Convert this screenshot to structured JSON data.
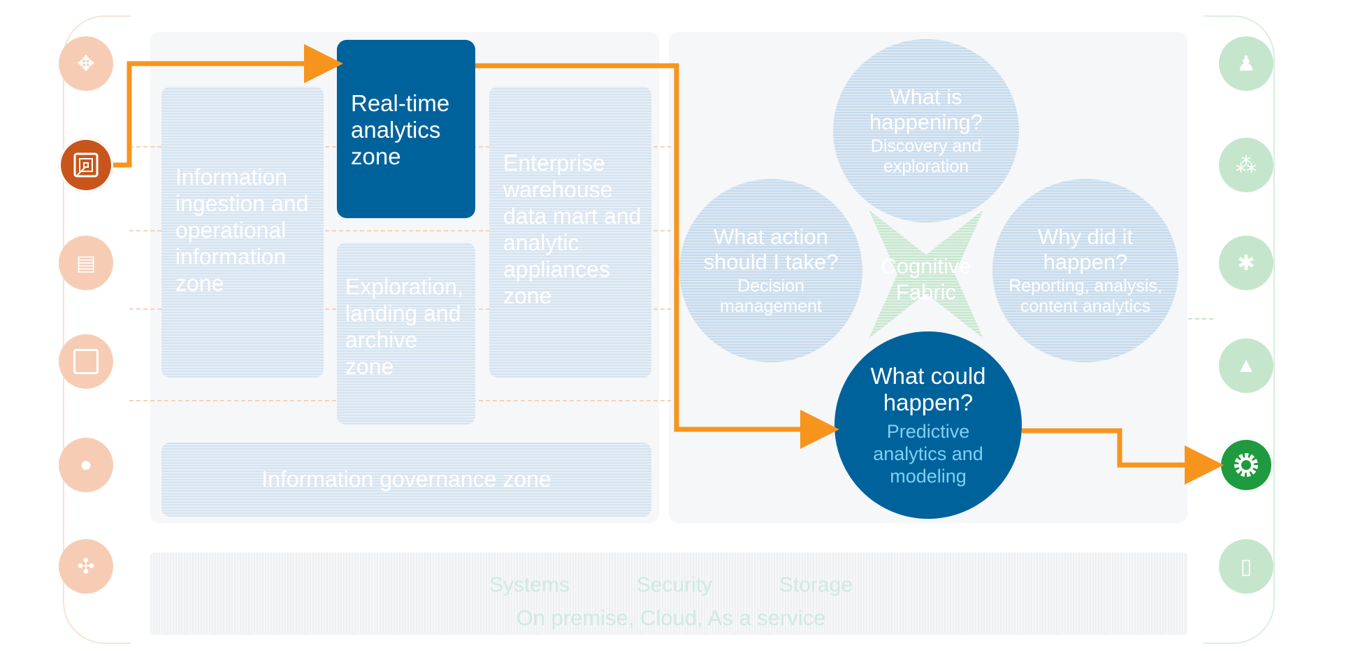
{
  "zones": {
    "ingestion": "Information ingestion and operational information zone",
    "realtime": "Real-time analytics zone",
    "exploration": "Exploration, landing and archive zone",
    "warehouse": "Enterprise warehouse data mart and analytic appliances zone",
    "governance": "Information governance zone"
  },
  "bubbles": {
    "happening": {
      "question": "What is happening?",
      "sub": "Discovery and exploration"
    },
    "action": {
      "question": "What action should I take?",
      "sub": "Decision management"
    },
    "why": {
      "question": "Why did it happen?",
      "sub": "Reporting, analysis, content analytics"
    },
    "could": {
      "question": "What could happen?",
      "sub": "Predictive analytics and modeling"
    }
  },
  "cognitive": "Cognitive Fabric",
  "infrastructure": {
    "items": [
      "Systems",
      "Security",
      "Storage"
    ],
    "sub": "On premise, Cloud, As a service"
  },
  "colors": {
    "flow_arrow": "#f7941d",
    "active_blue": "#00629b",
    "predictive_text": "#7fd0f2",
    "source_active": "#c8551b",
    "outcome_active": "#1f9a3f"
  },
  "left_icons": [
    "arrows-icon",
    "target-icon",
    "document-icon",
    "video-icon",
    "chat-icon",
    "network-icon"
  ],
  "right_icons": [
    "person-icon",
    "group-icon",
    "shield-icon",
    "warning-icon",
    "gear-icon",
    "phone-icon"
  ]
}
